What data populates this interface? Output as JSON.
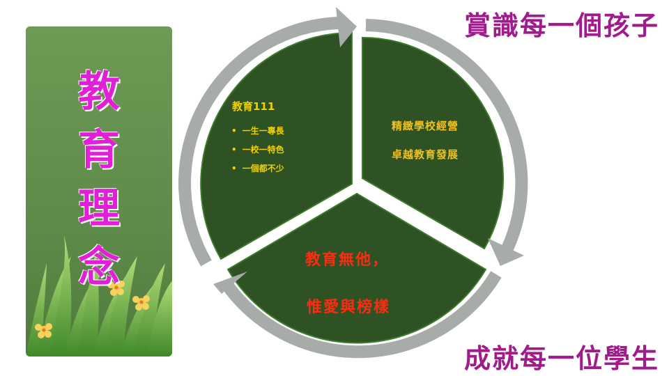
{
  "banner": {
    "title_chars": [
      "教",
      "育",
      "理",
      "念"
    ]
  },
  "corners": {
    "top": "賞識每一個孩子",
    "bottom": "成就每一位學生"
  },
  "segments": {
    "left": {
      "title": "教育111",
      "bullets": [
        "一生一專長",
        "一校一特色",
        "一個都不少"
      ]
    },
    "right": {
      "line1": "精緻學校經營",
      "line2": "卓越教育發展"
    },
    "bottom": {
      "line1": "教育無他，",
      "line2": "惟愛與榜樣"
    }
  },
  "colors": {
    "segment_fill": "#2e5224",
    "arrow_ring": "#a7aca8",
    "title_magenta": "#e11fd6",
    "corner_purple": "#a01c8c",
    "text_yellow": "#f0d000",
    "text_red": "#ff2a10"
  }
}
